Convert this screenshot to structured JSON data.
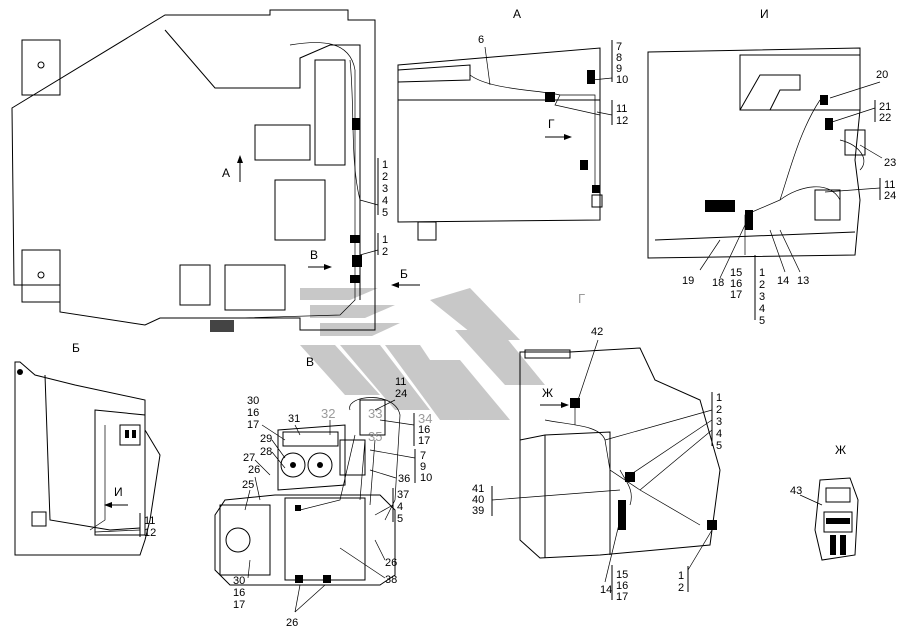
{
  "views": {
    "a": "А",
    "b": "Б",
    "v": "В",
    "g": "Г",
    "i": "И",
    "zh": "Ж"
  },
  "arrows": {
    "a": "А",
    "v": "В",
    "b": "Б",
    "g": "Г",
    "i": "И",
    "zh": "Ж"
  },
  "callouts": {
    "main_group1": [
      "1",
      "2",
      "3",
      "4",
      "5"
    ],
    "main_group2": [
      "1",
      "2"
    ],
    "a_6": "6",
    "a_group1": [
      "7",
      "8",
      "9",
      "10"
    ],
    "a_group2": [
      "11",
      "12"
    ],
    "i_20": "20",
    "i_group1": [
      "21",
      "22"
    ],
    "i_23": "23",
    "i_group2": [
      "11",
      "24"
    ],
    "i_19": "19",
    "i_18": "18",
    "i_1516_17": [
      "15",
      "16",
      "17"
    ],
    "i_14": "14",
    "i_13": "13",
    "i_group3": [
      "1",
      "2",
      "3",
      "4",
      "5"
    ],
    "b_group": [
      "11",
      "12"
    ],
    "v_top": [
      "11",
      "24"
    ],
    "v_30_16_17": [
      "30",
      "16",
      "17"
    ],
    "v_31": "31",
    "v_32": "32",
    "v_33": "33",
    "v_34_16_17": [
      "34",
      "16",
      "17"
    ],
    "v_35": "35",
    "v_29": "29",
    "v_28": "28",
    "v_27": "27",
    "v_26a": "26",
    "v_25": "25",
    "v_7_9_10": [
      "7",
      "9",
      "10"
    ],
    "v_36": "36",
    "v_37_4_5": [
      "37",
      "4",
      "5"
    ],
    "v_26b": "26",
    "v_38": "38",
    "v_bot_30_16_17": [
      "30",
      "16",
      "17"
    ],
    "v_26c": "26",
    "g_42": "42",
    "g_group1": [
      "1",
      "2",
      "3",
      "4",
      "5"
    ],
    "g_41_40_39": [
      "41",
      "40",
      "39"
    ],
    "g_14": "14",
    "g_15_16_17": [
      "15",
      "16",
      "17"
    ],
    "g_1_2": [
      "1",
      "2"
    ],
    "zh_43": "43"
  }
}
